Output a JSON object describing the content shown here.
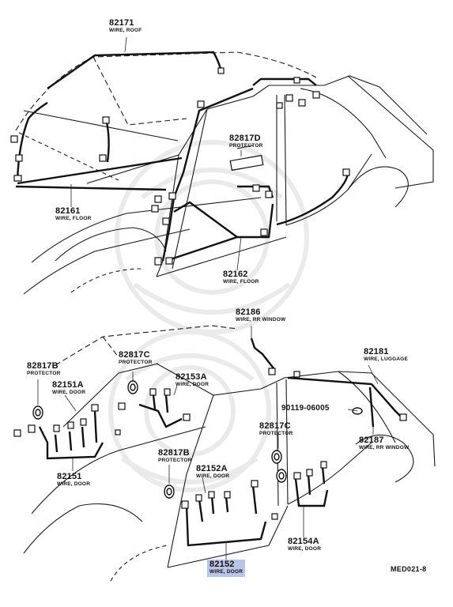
{
  "diagram": {
    "code": "MED021-8",
    "highlight": "#b9c4e8",
    "parts": {
      "p82171": {
        "num": "82171",
        "desc": "WIRE, ROOF"
      },
      "p82161": {
        "num": "82161",
        "desc": "WIRE, FLOOR"
      },
      "p82817D": {
        "num": "82817D",
        "desc": "PROTECTOR"
      },
      "p82162": {
        "num": "82162",
        "desc": "WIRE, FLOOR"
      },
      "p82186": {
        "num": "82186",
        "desc": "WIRE, RR WINDOW"
      },
      "p82181": {
        "num": "82181",
        "desc": "WIRE, LUGGAGE"
      },
      "p82817B_1": {
        "num": "82817B",
        "desc": "PROTECTOR"
      },
      "p82817C_1": {
        "num": "82817C",
        "desc": "PROTECTOR"
      },
      "p82151A": {
        "num": "82151A",
        "desc": "WIRE, DOOR"
      },
      "p82153A": {
        "num": "82153A",
        "desc": "WIRE, DOOR"
      },
      "p90119": {
        "num": "90119-06005",
        "desc": ""
      },
      "p82817C_2": {
        "num": "82817C",
        "desc": "PROTECTOR"
      },
      "p82151": {
        "num": "82151",
        "desc": "WIRE, DOOR"
      },
      "p82817B_2": {
        "num": "82817B",
        "desc": "PROTECTOR"
      },
      "p82152A": {
        "num": "82152A",
        "desc": "WIRE, DOOR"
      },
      "p82187": {
        "num": "82187",
        "desc": "WIRE, RR WINDOW"
      },
      "p82154A": {
        "num": "82154A",
        "desc": "WIRE, DOOR"
      },
      "p82152": {
        "num": "82152",
        "desc": "WIRE, DOOR"
      }
    }
  }
}
